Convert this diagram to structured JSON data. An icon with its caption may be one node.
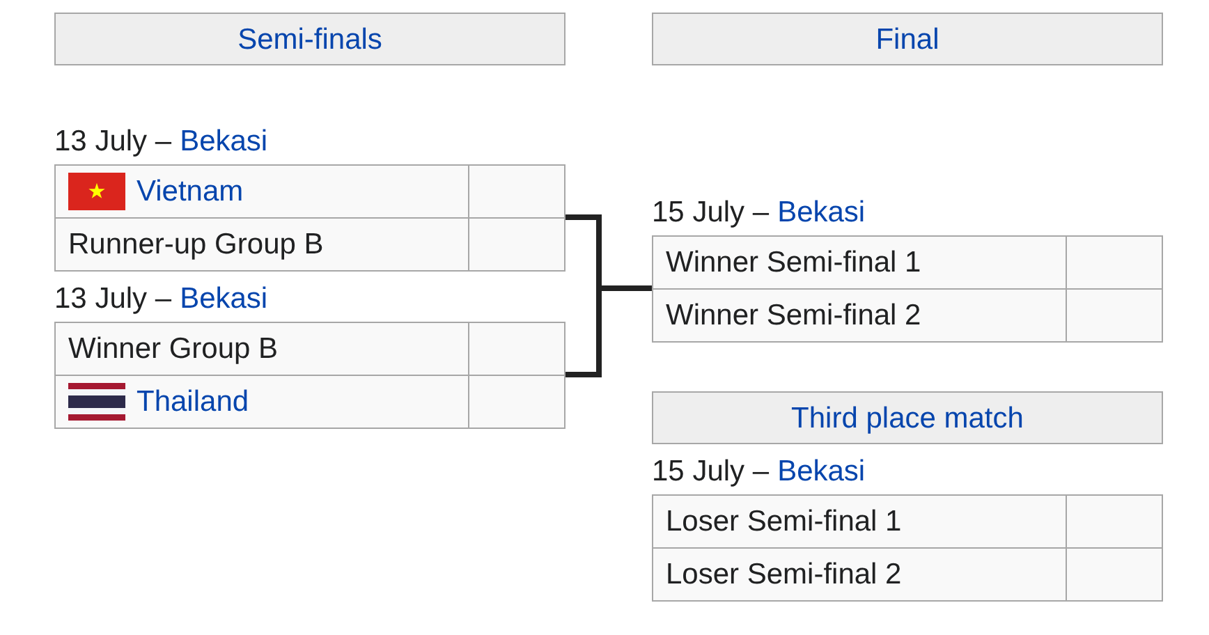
{
  "diagram": {
    "nodes": [
      {
        "text": [
          "Semi-finals"
        ]
      },
      {
        "text": [
          "Final"
        ]
      },
      {
        "text": [
          "13 July –",
          "Bekasi"
        ]
      },
      {
        "text": [
          "Vietnam"
        ],
        "in": 2
      },
      {
        "text": [],
        "shape": "box",
        "in": 2
      },
      {
        "text": [
          "Runner-up Group B"
        ],
        "in": 2
      },
      {
        "text": [],
        "shape": "box",
        "in": 2
      },
      {
        "text": [
          "13 July –",
          "Bekasi"
        ]
      },
      {
        "text": [
          "Winner Group B"
        ],
        "in": 7
      },
      {
        "text": [],
        "shape": "box",
        "in": 7
      },
      {
        "text": [
          "Thailand"
        ],
        "in": 7
      },
      {
        "text": [],
        "shape": "box",
        "in": 7
      },
      {
        "text": [
          "15 July –",
          "Bekasi"
        ]
      },
      {
        "text": [
          "Winner Semi-final 1"
        ],
        "in": 12
      },
      {
        "text": [],
        "shape": "box",
        "in": 12
      },
      {
        "text": [
          "Winner Semi-final 2"
        ],
        "in": 12
      },
      {
        "text": [],
        "shape": "box",
        "in": 12
      },
      {
        "text": [
          "Third place match"
        ]
      },
      {
        "text": [
          "15 July –",
          "Bekasi"
        ]
      },
      {
        "text": [
          "Loser Semi-final 1"
        ],
        "in": 18
      },
      {
        "text": [],
        "shape": "box",
        "in": 18
      },
      {
        "text": [
          "Loser Semi-final 2"
        ],
        "in": 18
      },
      {
        "text": [],
        "shape": "box",
        "in": 18
      }
    ],
    "edges": [
      {
        "from": 2,
        "to": 12,
        "arrow": "none"
      },
      {
        "from": 7,
        "to": 12,
        "arrow": "none"
      }
    ]
  }
}
